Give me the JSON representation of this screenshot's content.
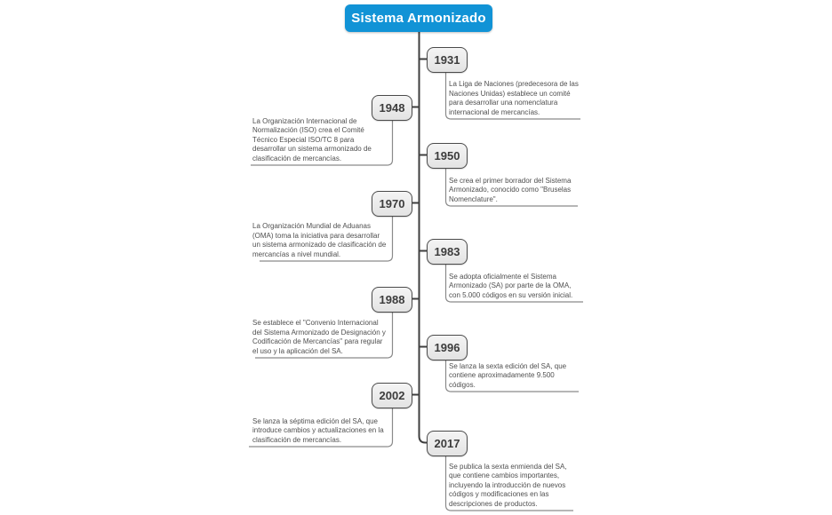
{
  "title": "Sistema Armonizado",
  "colors": {
    "root_fill": "#1193d6",
    "root_text": "#ffffff",
    "node_fill": "#ececec",
    "node_border": "#4a4a4a",
    "spine_line": "#3f3f3f",
    "note_line": "#8a8a8a",
    "note_text": "#4f4f4f"
  },
  "items": [
    {
      "year": "1931",
      "side": "right",
      "text": "La Liga de Naciones (predecesora de las Naciones Unidas) establece un comité para desarrollar una nomenclatura internacional de mercancías."
    },
    {
      "year": "1948",
      "side": "left",
      "text": "La Organización Internacional de Normalización (ISO) crea el Comité Técnico Especial ISO/TC 8 para desarrollar un sistema armonizado de clasificación de mercancías."
    },
    {
      "year": "1950",
      "side": "right",
      "text": "Se crea el primer borrador del Sistema Armonizado, conocido como \"Bruselas Nomenclature\"."
    },
    {
      "year": "1970",
      "side": "left",
      "text": "La Organización Mundial de Aduanas (OMA) toma la iniciativa para desarrollar un sistema armonizado de clasificación de mercancías a nivel mundial."
    },
    {
      "year": "1983",
      "side": "right",
      "text": "Se adopta oficialmente el Sistema Armonizado (SA) por parte de la OMA, con 5.000 códigos en su versión inicial."
    },
    {
      "year": "1988",
      "side": "left",
      "text": "Se establece el \"Convenio Internacional del Sistema Armonizado de Designación y Codificación de Mercancías\" para regular el uso y la aplicación del SA."
    },
    {
      "year": "1996",
      "side": "right",
      "text": "Se lanza la sexta edición del SA, que contiene aproximadamente 9.500 códigos."
    },
    {
      "year": "2002",
      "side": "left",
      "text": "Se lanza la séptima edición del SA, que introduce cambios y actualizaciones en la clasificación de mercancías."
    },
    {
      "year": "2017",
      "side": "right",
      "text": "Se publica la sexta enmienda del SA, que contiene cambios importantes, incluyendo la introducción de nuevos códigos y modificaciones en las descripciones de productos."
    }
  ]
}
